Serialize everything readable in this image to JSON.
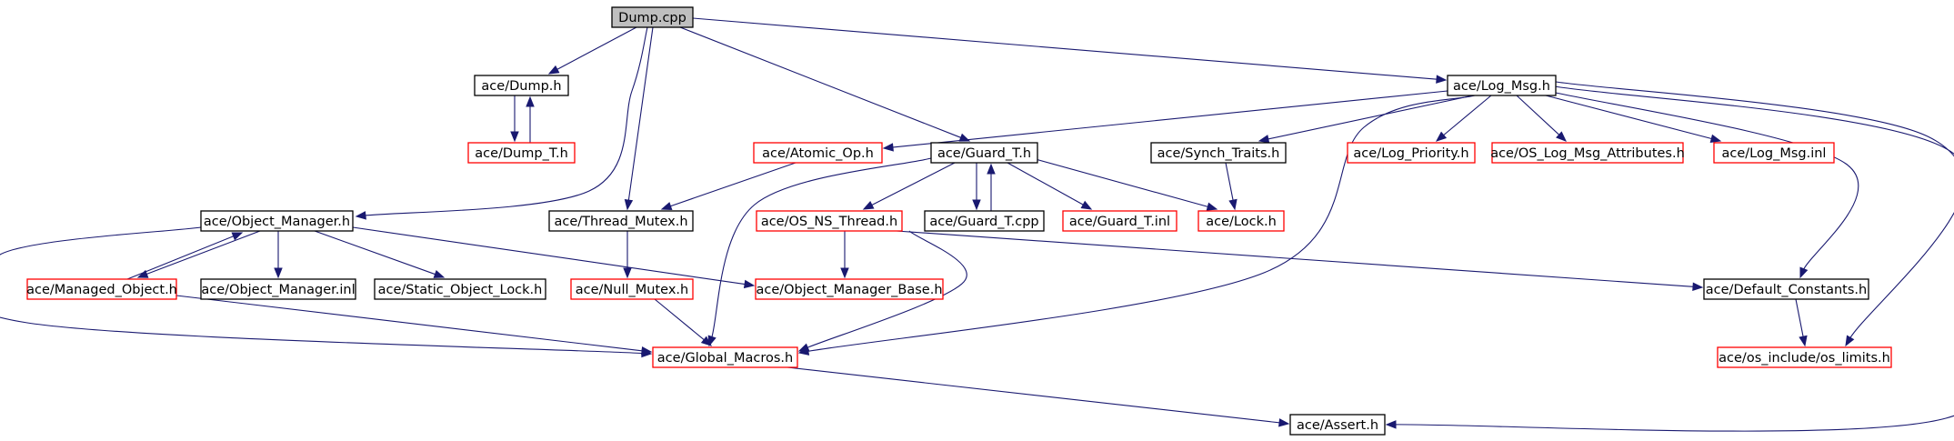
{
  "colors": {
    "edge": "#191970",
    "border_documented": "#000000",
    "border_undocumented": "#ff0000",
    "root_fill": "#bfbfbf",
    "fill": "#ffffff"
  },
  "nodes": [
    {
      "id": "dump_cpp",
      "label": "Dump.cpp",
      "kind": "root"
    },
    {
      "id": "ace_dump_h",
      "label": "ace/Dump.h",
      "kind": "documented"
    },
    {
      "id": "ace_dump_t_h",
      "label": "ace/Dump_T.h",
      "kind": "undocumented"
    },
    {
      "id": "ace_log_msg_h",
      "label": "ace/Log_Msg.h",
      "kind": "documented"
    },
    {
      "id": "ace_atomic_op_h",
      "label": "ace/Atomic_Op.h",
      "kind": "undocumented"
    },
    {
      "id": "ace_guard_t_h",
      "label": "ace/Guard_T.h",
      "kind": "documented"
    },
    {
      "id": "ace_synch_traits_h",
      "label": "ace/Synch_Traits.h",
      "kind": "documented"
    },
    {
      "id": "ace_log_priority_h",
      "label": "ace/Log_Priority.h",
      "kind": "undocumented"
    },
    {
      "id": "ace_os_log_msg_attributes_h",
      "label": "ace/OS_Log_Msg_Attributes.h",
      "kind": "undocumented"
    },
    {
      "id": "ace_log_msg_inl",
      "label": "ace/Log_Msg.inl",
      "kind": "undocumented"
    },
    {
      "id": "ace_object_manager_h",
      "label": "ace/Object_Manager.h",
      "kind": "documented"
    },
    {
      "id": "ace_thread_mutex_h",
      "label": "ace/Thread_Mutex.h",
      "kind": "documented"
    },
    {
      "id": "ace_os_ns_thread_h",
      "label": "ace/OS_NS_Thread.h",
      "kind": "undocumented"
    },
    {
      "id": "ace_guard_t_cpp",
      "label": "ace/Guard_T.cpp",
      "kind": "documented"
    },
    {
      "id": "ace_guard_t_inl",
      "label": "ace/Guard_T.inl",
      "kind": "undocumented"
    },
    {
      "id": "ace_lock_h",
      "label": "ace/Lock.h",
      "kind": "undocumented"
    },
    {
      "id": "ace_managed_object_h",
      "label": "ace/Managed_Object.h",
      "kind": "undocumented"
    },
    {
      "id": "ace_object_manager_inl",
      "label": "ace/Object_Manager.inl",
      "kind": "documented"
    },
    {
      "id": "ace_static_object_lock_h",
      "label": "ace/Static_Object_Lock.h",
      "kind": "documented"
    },
    {
      "id": "ace_null_mutex_h",
      "label": "ace/Null_Mutex.h",
      "kind": "undocumented"
    },
    {
      "id": "ace_object_manager_base_h",
      "label": "ace/Object_Manager_Base.h",
      "kind": "undocumented"
    },
    {
      "id": "ace_default_constants_h",
      "label": "ace/Default_Constants.h",
      "kind": "documented"
    },
    {
      "id": "ace_global_macros_h",
      "label": "ace/Global_Macros.h",
      "kind": "undocumented"
    },
    {
      "id": "ace_os_include_os_limits_h",
      "label": "ace/os_include/os_limits.h",
      "kind": "undocumented"
    },
    {
      "id": "ace_assert_h",
      "label": "ace/Assert.h",
      "kind": "documented"
    }
  ],
  "edges": [
    {
      "from": "dump_cpp",
      "to": "ace_dump_h"
    },
    {
      "from": "dump_cpp",
      "to": "ace_log_msg_h"
    },
    {
      "from": "dump_cpp",
      "to": "ace_guard_t_h"
    },
    {
      "from": "dump_cpp",
      "to": "ace_object_manager_h"
    },
    {
      "from": "dump_cpp",
      "to": "ace_thread_mutex_h"
    },
    {
      "from": "ace_dump_h",
      "to": "ace_dump_t_h"
    },
    {
      "from": "ace_dump_t_h",
      "to": "ace_dump_h"
    },
    {
      "from": "ace_log_msg_h",
      "to": "ace_atomic_op_h"
    },
    {
      "from": "ace_log_msg_h",
      "to": "ace_synch_traits_h"
    },
    {
      "from": "ace_log_msg_h",
      "to": "ace_log_priority_h"
    },
    {
      "from": "ace_log_msg_h",
      "to": "ace_os_log_msg_attributes_h"
    },
    {
      "from": "ace_log_msg_h",
      "to": "ace_log_msg_inl"
    },
    {
      "from": "ace_log_msg_h",
      "to": "ace_global_macros_h"
    },
    {
      "from": "ace_log_msg_h",
      "to": "ace_default_constants_h"
    },
    {
      "from": "ace_log_msg_h",
      "to": "ace_os_include_os_limits_h"
    },
    {
      "from": "ace_log_msg_h",
      "to": "ace_assert_h"
    },
    {
      "from": "ace_atomic_op_h",
      "to": "ace_thread_mutex_h"
    },
    {
      "from": "ace_guard_t_h",
      "to": "ace_os_ns_thread_h"
    },
    {
      "from": "ace_guard_t_h",
      "to": "ace_guard_t_cpp"
    },
    {
      "from": "ace_guard_t_cpp",
      "to": "ace_guard_t_h"
    },
    {
      "from": "ace_guard_t_h",
      "to": "ace_guard_t_inl"
    },
    {
      "from": "ace_guard_t_h",
      "to": "ace_lock_h"
    },
    {
      "from": "ace_guard_t_h",
      "to": "ace_global_macros_h"
    },
    {
      "from": "ace_synch_traits_h",
      "to": "ace_lock_h"
    },
    {
      "from": "ace_object_manager_h",
      "to": "ace_managed_object_h"
    },
    {
      "from": "ace_managed_object_h",
      "to": "ace_object_manager_h"
    },
    {
      "from": "ace_object_manager_h",
      "to": "ace_object_manager_inl"
    },
    {
      "from": "ace_object_manager_h",
      "to": "ace_static_object_lock_h"
    },
    {
      "from": "ace_object_manager_h",
      "to": "ace_object_manager_base_h"
    },
    {
      "from": "ace_object_manager_h",
      "to": "ace_global_macros_h"
    },
    {
      "from": "ace_thread_mutex_h",
      "to": "ace_null_mutex_h"
    },
    {
      "from": "ace_os_ns_thread_h",
      "to": "ace_object_manager_base_h"
    },
    {
      "from": "ace_os_ns_thread_h",
      "to": "ace_default_constants_h"
    },
    {
      "from": "ace_os_ns_thread_h",
      "to": "ace_global_macros_h"
    },
    {
      "from": "ace_managed_object_h",
      "to": "ace_global_macros_h"
    },
    {
      "from": "ace_null_mutex_h",
      "to": "ace_global_macros_h"
    },
    {
      "from": "ace_default_constants_h",
      "to": "ace_os_include_os_limits_h"
    },
    {
      "from": "ace_global_macros_h",
      "to": "ace_assert_h"
    }
  ]
}
